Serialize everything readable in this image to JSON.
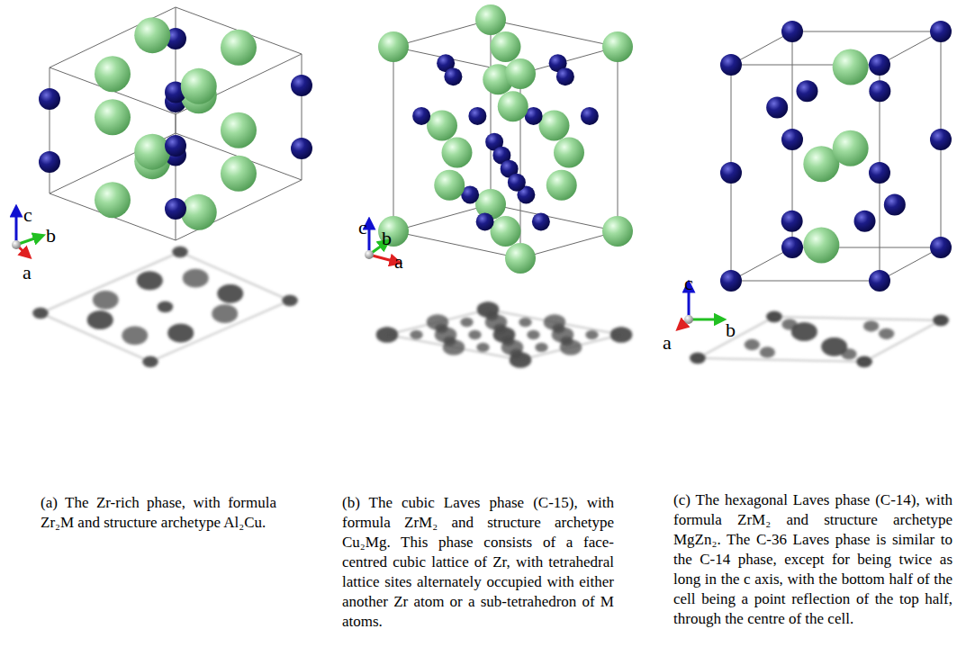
{
  "diagram": {
    "labels": [
      "c",
      "b",
      "a",
      "c",
      "b",
      "a",
      "c",
      "b",
      "a",
      "(a) The Zr-rich phase, with formula Zr₂M and structure archetype Al₂Cu.",
      "(b) The cubic Laves phase (C-15), with formula ZrM₂ and structure archetype Cu₂Mg. This phase consists of a face-centred cubic lattice of Zr, with tetrahedral lattice sites alternately occupied with either another Zr atom or a sub-tetrahedron of M atoms.",
      "(c) The hexagonal Laves phase (C-14), with formula ZrM₂ and structure archetype MgZn₂. The C-36 Laves phase is similar to the C-14 phase, except for being twice as long in the c axis, with the bottom half of the cell being a point reflection of the top half, through the centre of the cell."
    ]
  }
}
